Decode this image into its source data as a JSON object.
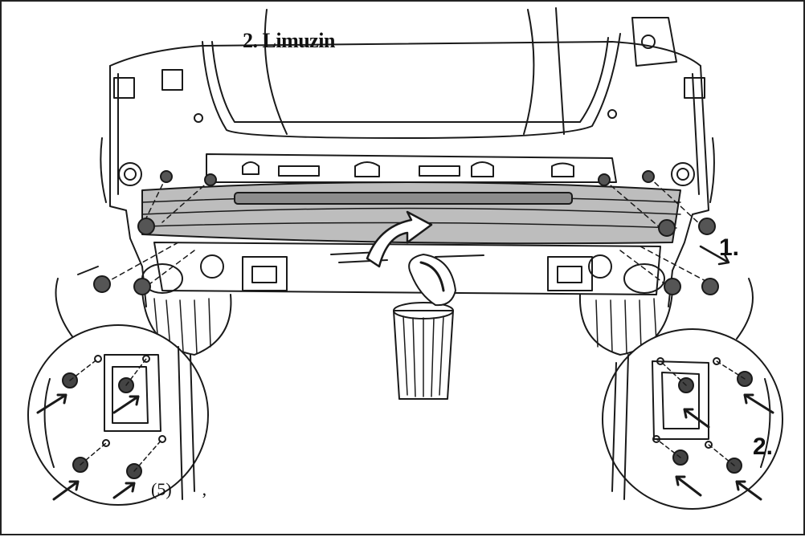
{
  "document": {
    "title": "2. Limuzin",
    "step_labels": [
      "1.",
      "2."
    ],
    "footnote": "(5)",
    "footnote_punct": ","
  }
}
